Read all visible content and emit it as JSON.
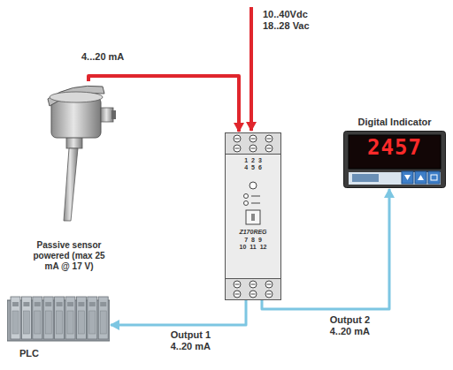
{
  "diagram": {
    "nodes": [
      {
        "text": [
          "Passive sensor powered (max 25 mA @ 17 V)"
        ]
      },
      {
        "text": [
          "Z170REG"
        ]
      },
      {
        "text": [
          "Digital Indicator",
          "2457"
        ]
      },
      {
        "text": [
          "PLC"
        ]
      }
    ],
    "edges": [
      {
        "from": 0,
        "to": 1,
        "label": "4...20 mA",
        "arrow": "to"
      },
      {
        "from": 1,
        "to": 3,
        "label": "Output 1 4..20 mA",
        "arrow": "to"
      },
      {
        "from": 1,
        "to": 2,
        "label": "Output 2 4..20 mA",
        "arrow": "to"
      }
    ],
    "labels": [
      "10..40Vdc 18..28 Vac",
      "1 2 3",
      "4 5 6",
      "7 8 9",
      "10 11 12"
    ]
  }
}
